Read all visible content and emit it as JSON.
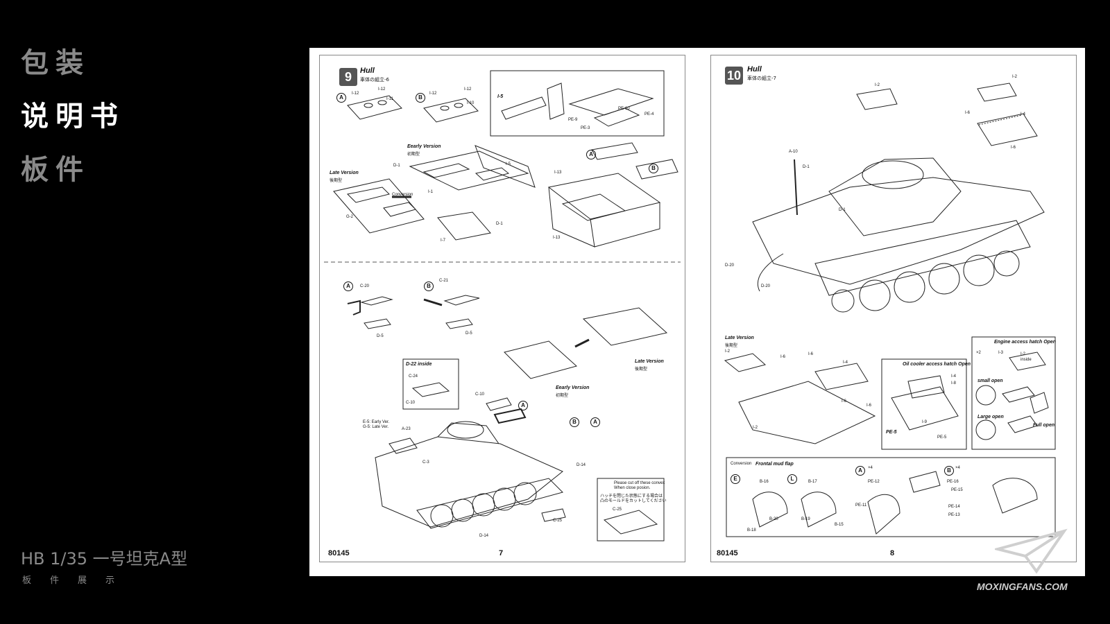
{
  "sidebar": {
    "items": [
      {
        "label": "包装",
        "active": false
      },
      {
        "label": "说明书",
        "active": true
      },
      {
        "label": "板件",
        "active": false
      }
    ]
  },
  "caption": {
    "title": "HB 1/35 一号坦克A型",
    "subtitle": "板件展示"
  },
  "watermark": {
    "text": "MOXINGFANS.COM",
    "icon": "paper-plane-logo"
  },
  "booklet": {
    "left_page": {
      "kit_number": "80145",
      "page_number": "7",
      "step": {
        "number": "9",
        "title": "Hull",
        "subtitle": "車体の組立-6"
      },
      "labels": {
        "option_a": "A",
        "option_b": "B",
        "i12_a": "I-12",
        "i12_b": "I-12",
        "i11": "I-11",
        "i12_c": "I-12",
        "i12_d": "I-12",
        "i10": "I-10",
        "i5_inset": "I-5",
        "pe9": "PE-9",
        "pe3": "PE-3",
        "pe10": "PE-10",
        "pe4": "PE-4",
        "early_version": "Eearly Version",
        "early_version_jp": "初期型",
        "late_version": "Late Version",
        "late_version_jp": "後期型",
        "d1_a": "D-1",
        "i5": "I-5",
        "i1": "I-1",
        "g2": "G-2",
        "d1_b": "D-1",
        "i7": "I-7",
        "i13_a": "I-13",
        "i13_b": "I-13",
        "conversion": "Conversion",
        "c20": "C-20",
        "c21": "C-21",
        "d5_a": "D-5",
        "d5_b": "D-5",
        "d22_inside": "D-22 inside",
        "c24": "C-24",
        "c10_a": "C-10",
        "c10_b": "C-10",
        "early_version_2": "Eearly Version",
        "early_version_2_jp": "初期型",
        "late_version_2": "Late Version",
        "late_version_2_jp": "後期型",
        "note_early": "E-5: Early Ver.",
        "note_late": "G-5: Late Ver.",
        "a23": "A-23",
        "c3": "C-3",
        "d14_a": "D-14",
        "d14_b": "D-14",
        "c25_a": "C-25",
        "c25_b": "C-25",
        "warning_en_1": "Please cut off these convex",
        "warning_en_2": "When close posion.",
        "warning_jp_1": "ハッチを閉じた状態にする場合は",
        "warning_jp_2": "凸のモールドをカットしてください"
      }
    },
    "right_page": {
      "kit_number": "80145",
      "page_number": "8",
      "step": {
        "number": "10",
        "title": "Hull",
        "subtitle": "車体の組立-7"
      },
      "labels": {
        "i2_a": "I-2",
        "i2_b": "I-2",
        "i6_a": "I-6",
        "i4_a": "I-4",
        "i6_b": "I-6",
        "a10": "A-10",
        "d1_a": "D-1",
        "d1_b": "D-1",
        "d20_a": "D-20",
        "d20_b": "D-20",
        "late_version": "Late Version",
        "late_version_jp": "後期型",
        "i2_c": "I-2",
        "i6_c": "I-6",
        "i6_d": "I-6",
        "i4_b": "I-4",
        "i6_e": "I-6",
        "i6_f": "I-6",
        "i2_d": "I-2",
        "oil_cooler": "Oil cooler access hatch Open",
        "i4_c": "I-4",
        "i8": "I-8",
        "pe5_a": "PE-5",
        "pe5_b": "PE-5",
        "i9": "I-9",
        "engine_hatch": "Engine access hatch Open",
        "x2": "×2",
        "i3": "I-3",
        "i2_e": "I-2",
        "inside": "inside",
        "small_open": "small open",
        "large_open": "Large open",
        "full_open": "Full open",
        "frontal_mud_flap": "Frontal mud flap",
        "conversion": "Conversion",
        "b16": "B-16",
        "b17": "B-17",
        "b20": "B-20",
        "b19": "B-19",
        "b18": "B-18",
        "b15": "B-15",
        "x4_a": "×4",
        "x4_b": "×4",
        "pe12": "PE-12",
        "pe11": "PE-11",
        "pe16": "PE-16",
        "pe15": "PE-15",
        "pe14": "PE-14",
        "pe13": "PE-13",
        "circ_e": "E",
        "circ_l": "L",
        "circ_a": "A",
        "circ_b": "B"
      }
    }
  },
  "colors": {
    "background": "#000000",
    "nav_dim": "#8a8a8a",
    "nav_active": "#ffffff",
    "paper": "#ffffff"
  }
}
